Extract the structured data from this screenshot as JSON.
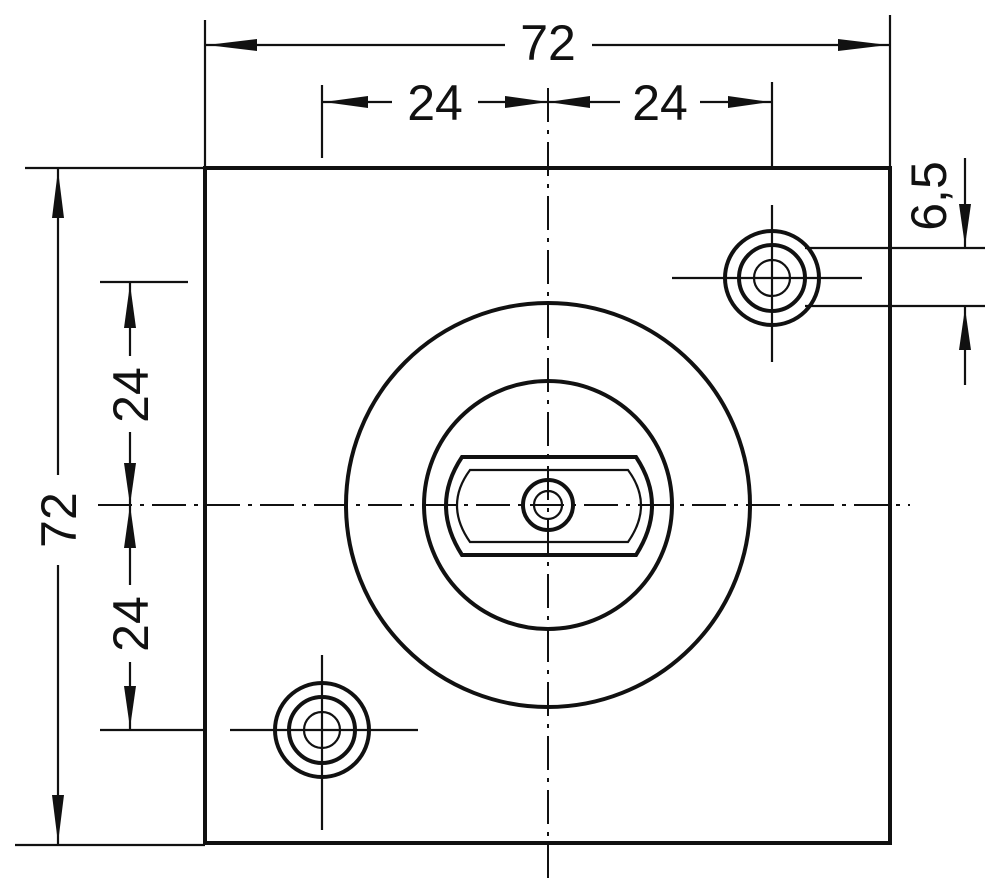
{
  "dimensions": {
    "overall_width": "72",
    "overall_height": "72",
    "hole_offset_left": "24",
    "hole_offset_right": "24",
    "hole_offset_up": "24",
    "hole_offset_down": "24",
    "edge_offset": "6,5"
  },
  "colors": {
    "line": "#111111",
    "background": "#ffffff"
  }
}
